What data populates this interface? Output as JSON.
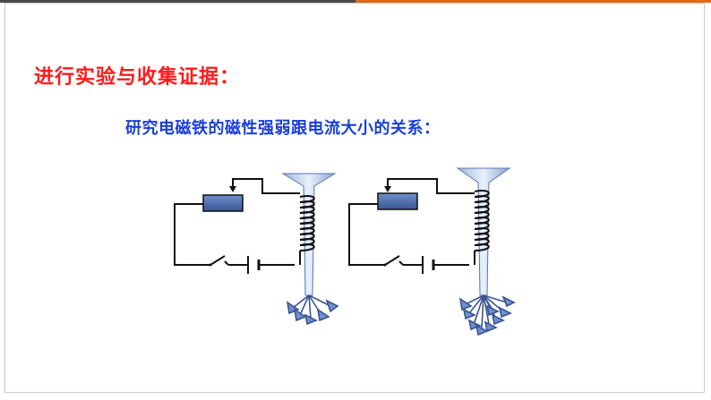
{
  "slide": {
    "title": "进行实验与收集证据：",
    "subtitle": "研究电磁铁的磁性强弱跟电流大小的关系："
  },
  "colors": {
    "top_bar_left": "#4a4a4a",
    "top_bar_right": "#e06a16",
    "title": "#ff1a1a",
    "subtitle": "#1a3fd6",
    "rheostat": "#4f6fb0"
  },
  "diagram": {
    "setups": [
      {
        "rheostat_icon": "rheostat-icon",
        "switch_icon": "open-switch-icon",
        "battery_icon": "battery-icon",
        "electromagnet_icon": "coil-electromagnet-icon",
        "attracted_pins": 5
      },
      {
        "rheostat_icon": "rheostat-icon",
        "switch_icon": "open-switch-icon",
        "battery_icon": "battery-icon",
        "electromagnet_icon": "coil-electromagnet-icon",
        "attracted_pins": 9
      }
    ]
  }
}
